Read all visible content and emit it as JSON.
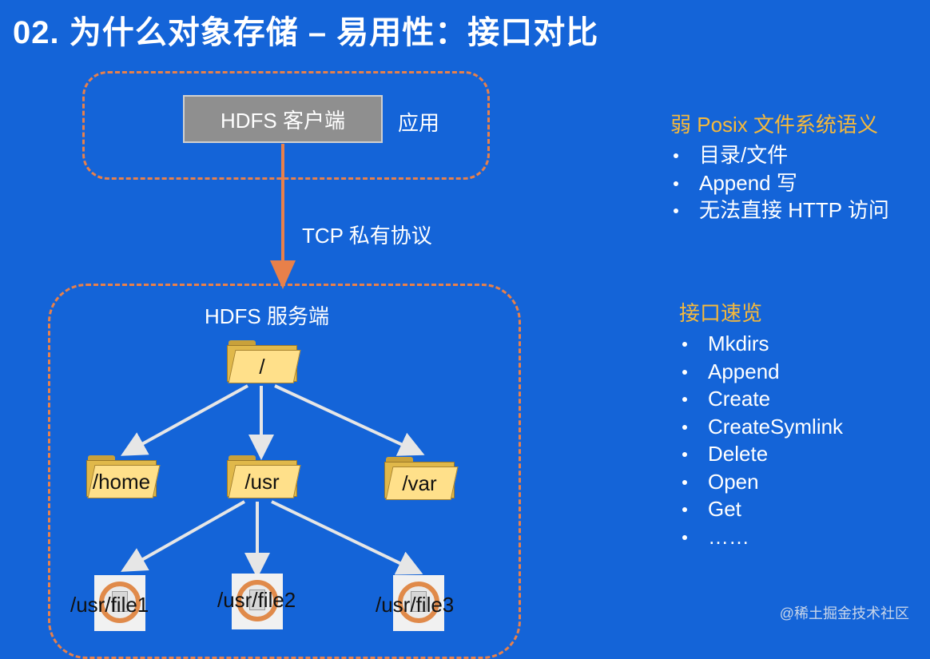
{
  "title": "02. 为什么对象存储 – 易用性：接口对比",
  "client": {
    "box_label": "HDFS 客户端",
    "side_label": "应用"
  },
  "connection_label": "TCP 私有协议",
  "server": {
    "label": "HDFS 服务端",
    "root": "/",
    "dirs": [
      "/home",
      "/usr",
      "/var"
    ],
    "files": [
      "/usr/file1",
      "/usr/file2",
      "/usr/file3"
    ]
  },
  "posix_panel": {
    "heading": "弱 Posix 文件系统语义",
    "items": [
      "目录/文件",
      "Append 写",
      "无法直接 HTTP 访问"
    ]
  },
  "api_panel": {
    "heading": "接口速览",
    "items": [
      "Mkdirs",
      "Append",
      "Create",
      "CreateSymlink",
      "Delete",
      "Open",
      "Get",
      "……"
    ]
  },
  "watermark": "@稀土掘金技术社区",
  "colors": {
    "background": "#1464d8",
    "accent": "#e8804a",
    "heading": "#f6b93b",
    "folder": "#ffe08a"
  }
}
